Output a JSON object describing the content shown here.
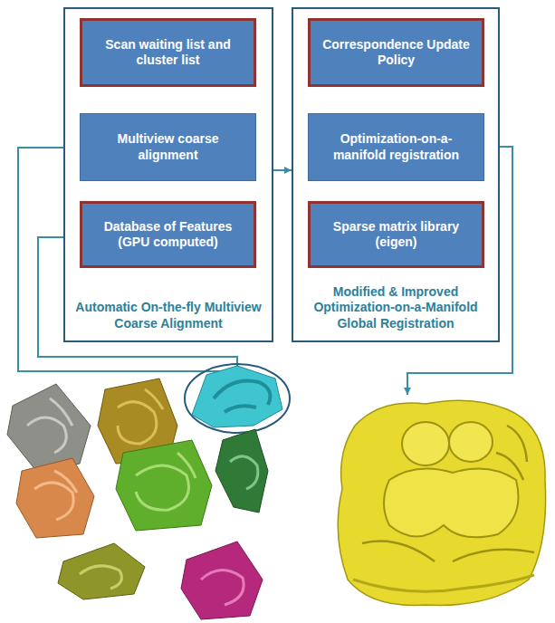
{
  "diagram": {
    "nodes": [
      {
        "text": [
          "Automatic On-the-fly Multiview Coarse Alignment"
        ]
      },
      {
        "text": [
          "Scan waiting list and cluster list"
        ],
        "in": 0
      },
      {
        "text": [
          "Multiview coarse alignment"
        ],
        "in": 0
      },
      {
        "text": [
          "Database of Features (GPU computed)"
        ],
        "in": 0
      },
      {
        "text": [
          "Modified & Improved Optimization-on-a-Manifold Global Registration"
        ]
      },
      {
        "text": [
          "Correspondence Update Policy"
        ],
        "in": 4
      },
      {
        "text": [
          "Optimization-on-a-manifold registration"
        ],
        "in": 4
      },
      {
        "text": [
          "Sparse matrix library (eigen)"
        ],
        "in": 4
      }
    ],
    "edges": [
      {
        "from": 2,
        "to": 1,
        "arrow": "to"
      },
      {
        "from": 1,
        "to": 2,
        "arrow": "to"
      },
      {
        "from": 2,
        "to": 3,
        "arrow": "both"
      },
      {
        "from": 0,
        "to": 4,
        "arrow": "to"
      },
      {
        "from": 6,
        "to": 5,
        "arrow": "to"
      },
      {
        "from": 5,
        "to": 6,
        "arrow": "to"
      },
      {
        "from": 6,
        "to": 7,
        "arrow": "both"
      }
    ]
  }
}
